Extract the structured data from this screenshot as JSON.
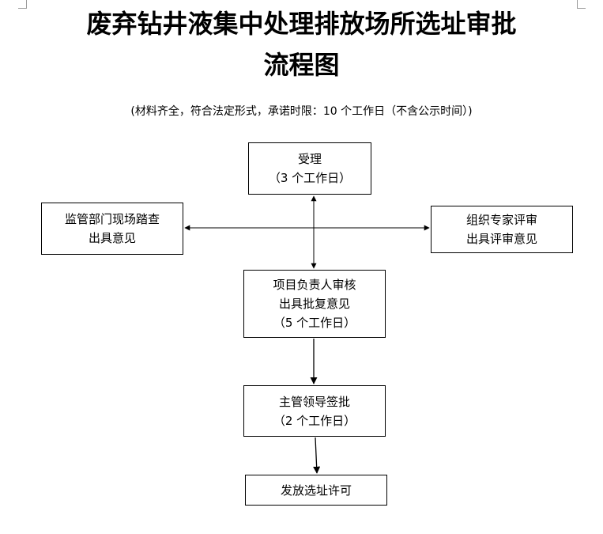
{
  "title": {
    "line1": "废弃钻井液集中处理排放场所选址审批",
    "line2": "流程图"
  },
  "subtitle": "(材料齐全，符合法定形式，承诺时限：10 个工作日（不含公示时间）)",
  "nodes": {
    "accept": {
      "line1": "受理",
      "line2": "（3 个工作日）"
    },
    "inspect": {
      "line1": "监管部门现场踏查",
      "line2": "出具意见"
    },
    "expert": {
      "line1": "组织专家评审",
      "line2": "出具评审意见"
    },
    "review": {
      "line1": "项目负责人审核",
      "line2": "出具批复意见",
      "line3": "（5 个工作日）"
    },
    "leader": {
      "line1": "主管领导签批",
      "line2": "（2 个工作日）"
    },
    "issue": {
      "line1": "发放选址许可"
    }
  }
}
